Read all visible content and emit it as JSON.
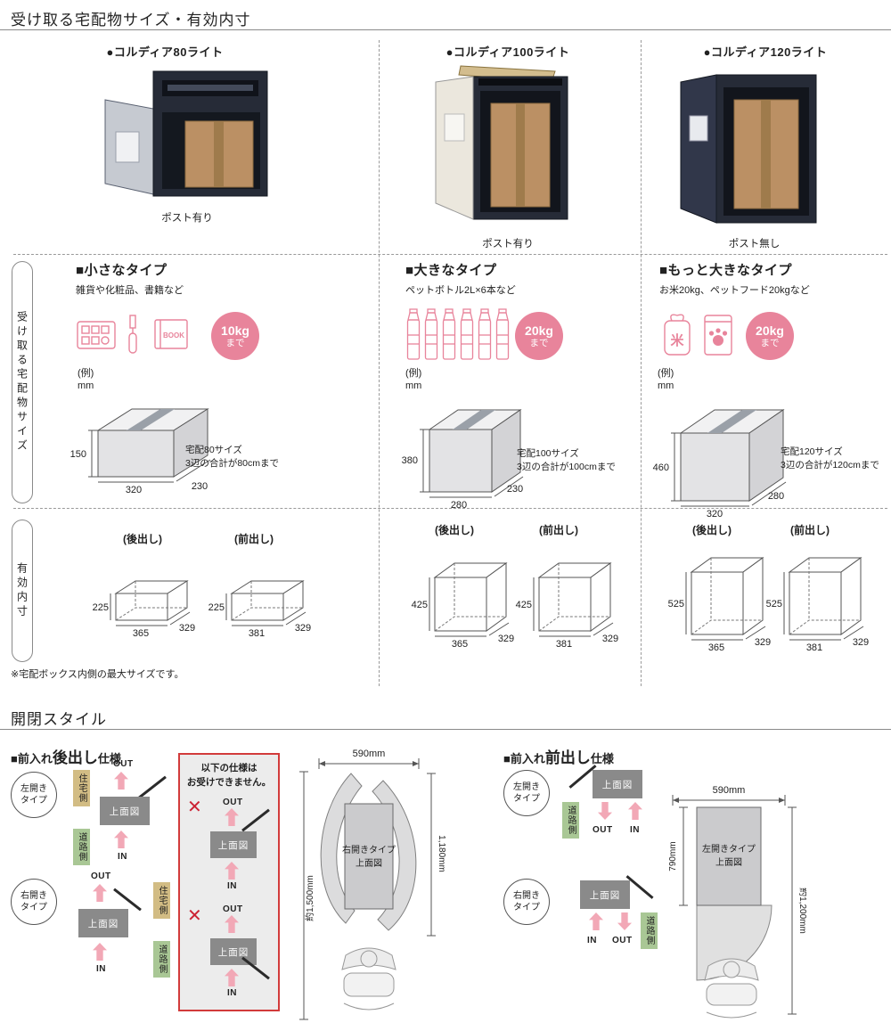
{
  "section1": {
    "title": "受け取る宅配物サイズ・有効内寸",
    "sidebar_size_label": "受け取る宅配物サイズ",
    "sidebar_inner_label": "有効内寸",
    "example_label": "(例)",
    "unit_label": "mm",
    "rear_out_label": "(後出し)",
    "front_out_label": "(前出し)",
    "footnote": "※宅配ボックス内側の最大サイズです。",
    "columns": [
      {
        "name": "●コルディア80ライト",
        "photo_caption": "ポスト有り",
        "type_title": "■小さなタイプ",
        "type_desc": "雑貨や化粧品、書籍など",
        "weight_value": "10kg",
        "weight_suffix": "まで",
        "book_icon_label": "BOOK",
        "box": {
          "height": "150",
          "width": "320",
          "depth": "230"
        },
        "size_name": "宅配80サイズ",
        "size_note": "3辺の合計が80cmまで",
        "inner_rear": {
          "height": "225",
          "width": "365",
          "depth": "329"
        },
        "inner_front": {
          "height": "225",
          "width": "381",
          "depth": "329"
        }
      },
      {
        "name": "●コルディア100ライト",
        "photo_caption": "ポスト有り",
        "type_title": "■大きなタイプ",
        "type_desc": "ペットボトル2L×6本など",
        "weight_value": "20kg",
        "weight_suffix": "まで",
        "box": {
          "height": "380",
          "width": "280",
          "depth": "230"
        },
        "size_name": "宅配100サイズ",
        "size_note": "3辺の合計が100cmまで",
        "inner_rear": {
          "height": "425",
          "width": "365",
          "depth": "329"
        },
        "inner_front": {
          "height": "425",
          "width": "381",
          "depth": "329"
        }
      },
      {
        "name": "●コルディア120ライト",
        "photo_caption": "ポスト無し",
        "type_title": "■もっと大きなタイプ",
        "type_desc": "お米20kg、ペットフード20kgなど",
        "weight_value": "20kg",
        "weight_suffix": "まで",
        "rice_icon_label": "米",
        "box": {
          "height": "460",
          "width": "320",
          "depth": "280"
        },
        "size_name": "宅配120サイズ",
        "size_note": "3辺の合計が120cmまで",
        "inner_rear": {
          "height": "525",
          "width": "365",
          "depth": "329"
        },
        "inner_front": {
          "height": "525",
          "width": "381",
          "depth": "329"
        }
      }
    ]
  },
  "section2": {
    "title": "開閉スタイル",
    "labels": {
      "out": "OUT",
      "in": "IN",
      "top_view": "上面図",
      "house_side": "住宅側",
      "road_side": "道路側",
      "left_open_type": "左開き\nタイプ",
      "right_open_type": "右開き\nタイプ"
    },
    "rear_spec": {
      "heading_prefix": "■前入れ",
      "heading_emphasis": "後出し",
      "heading_suffix": "仕様",
      "ng_notice": "以下の仕様は\nお受けできません。",
      "width_dim": "590mm",
      "total_height_dim": "約1,500mm",
      "body_height_dim": "1,180mm",
      "top_view_caption_line1": "右開きタイプ",
      "top_view_caption_line2": "上面図"
    },
    "front_spec": {
      "heading_prefix": "■前入れ",
      "heading_emphasis": "前出し",
      "heading_suffix": "仕様",
      "width_dim": "590mm",
      "depth_dim": "790mm",
      "total_height_dim": "約1,200mm",
      "top_view_caption_line1": "左開きタイプ",
      "top_view_caption_line2": "上面図"
    }
  }
}
